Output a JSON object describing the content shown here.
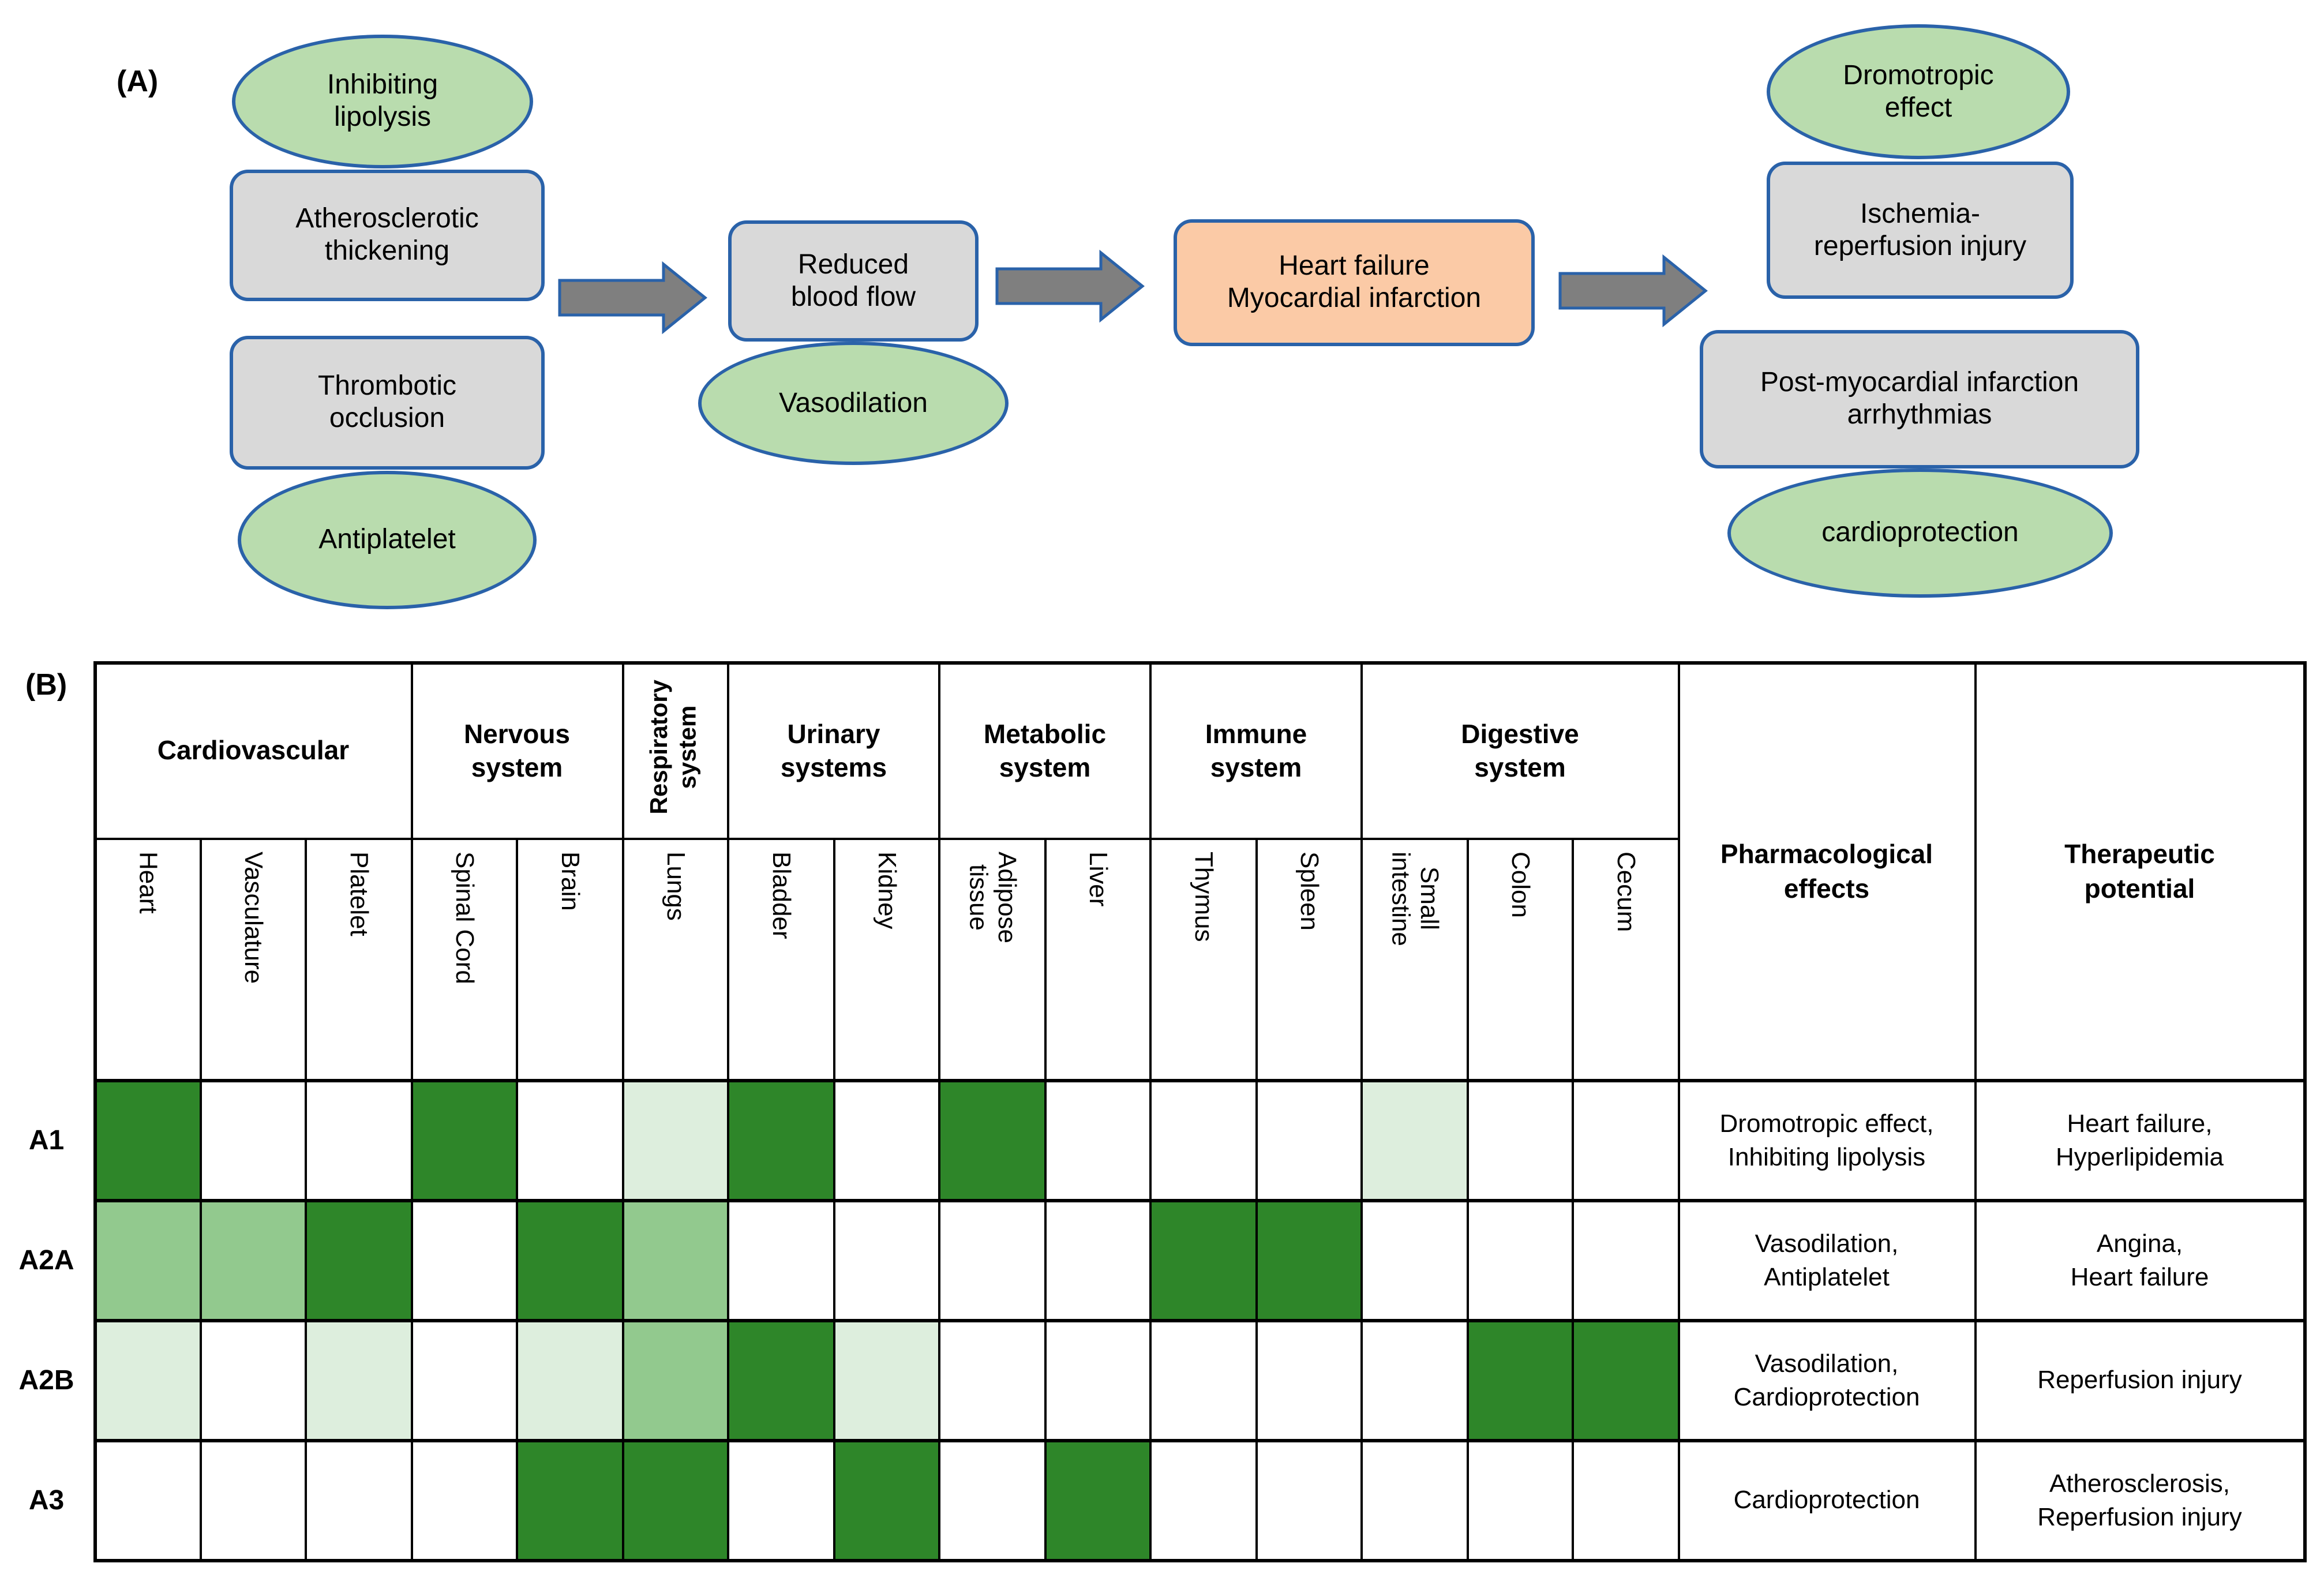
{
  "colors": {
    "shape_border_blue": "#2a62a9",
    "ellipse_green": "#b9dcae",
    "box_gray": "#d9d9d9",
    "box_orange": "#fbcaa6",
    "arrow_gray": "#7f7f7f",
    "grid_line": "#000000"
  },
  "panel_a": {
    "label": "(A)",
    "inhibiting_lipolysis": "Inhibiting\nlipolysis",
    "atherosclerotic_thickening": "Atherosclerotic\nthickening",
    "thrombotic_occlusion": "Thrombotic\nocclusion",
    "antiplatelet": "Antiplatelet",
    "reduced_blood_flow": "Reduced\nblood flow",
    "vasodilation": "Vasodilation",
    "heart_failure_mi": "Heart failure\nMyocardial infarction",
    "dromotropic_effect": "Dromotropic\neffect",
    "ischemia_reperfusion": "Ischemia-\nreperfusion injury",
    "post_mi_arrhythmias": "Post-myocardial infarction\narrhythmias",
    "cardioprotection": "cardioprotection"
  },
  "panel_b": {
    "label": "(B)",
    "col_groups": [
      {
        "label": "Cardiovascular",
        "span": 3,
        "vertical": false
      },
      {
        "label": "Nervous\nsystem",
        "span": 2,
        "vertical": false
      },
      {
        "label": "Respiratory\nsystem",
        "span": 1,
        "vertical": true
      },
      {
        "label": "Urinary\nsystems",
        "span": 2,
        "vertical": false
      },
      {
        "label": "Metabolic\nsystem",
        "span": 2,
        "vertical": false
      },
      {
        "label": "Immune\nsystem",
        "span": 2,
        "vertical": false
      },
      {
        "label": "Digestive\nsystem",
        "span": 3,
        "vertical": false
      }
    ],
    "organs": [
      "Heart",
      "Vasculature",
      "Platelet",
      "Spinal Cord",
      "Brain",
      "Lungs",
      "Bladder",
      "Kidney",
      "Adipose\ntissue",
      "Liver",
      "Thymus",
      "Spleen",
      "Small\nintestine",
      "Colon",
      "Cecum"
    ],
    "effects_header": "Pharmacological\neffects",
    "potential_header": "Therapeutic\npotential",
    "level_colors": [
      "#ffffff",
      "#ddeedd",
      "#92c98e",
      "#2e8629"
    ],
    "level_names": [
      "none",
      "low",
      "medium",
      "high"
    ],
    "rows": [
      {
        "label": "A1",
        "cells": [
          3,
          0,
          0,
          3,
          0,
          1,
          3,
          0,
          3,
          0,
          0,
          0,
          1,
          0,
          0
        ],
        "effects": "Dromotropic effect,\nInhibiting lipolysis",
        "potential": "Heart failure,\nHyperlipidemia"
      },
      {
        "label": "A2A",
        "cells": [
          2,
          2,
          3,
          0,
          3,
          2,
          0,
          0,
          0,
          0,
          3,
          3,
          0,
          0,
          0
        ],
        "effects": "Vasodilation,\nAntiplatelet",
        "potential": "Angina,\nHeart failure"
      },
      {
        "label": "A2B",
        "cells": [
          1,
          0,
          1,
          0,
          1,
          2,
          3,
          1,
          0,
          0,
          0,
          0,
          0,
          3,
          3
        ],
        "effects": "Vasodilation,\nCardioprotection",
        "potential": "Reperfusion injury"
      },
      {
        "label": "A3",
        "cells": [
          0,
          0,
          0,
          0,
          3,
          3,
          0,
          3,
          0,
          3,
          0,
          0,
          0,
          0,
          0
        ],
        "effects": "Cardioprotection",
        "potential": "Atherosclerosis,\nReperfusion injury"
      }
    ]
  }
}
